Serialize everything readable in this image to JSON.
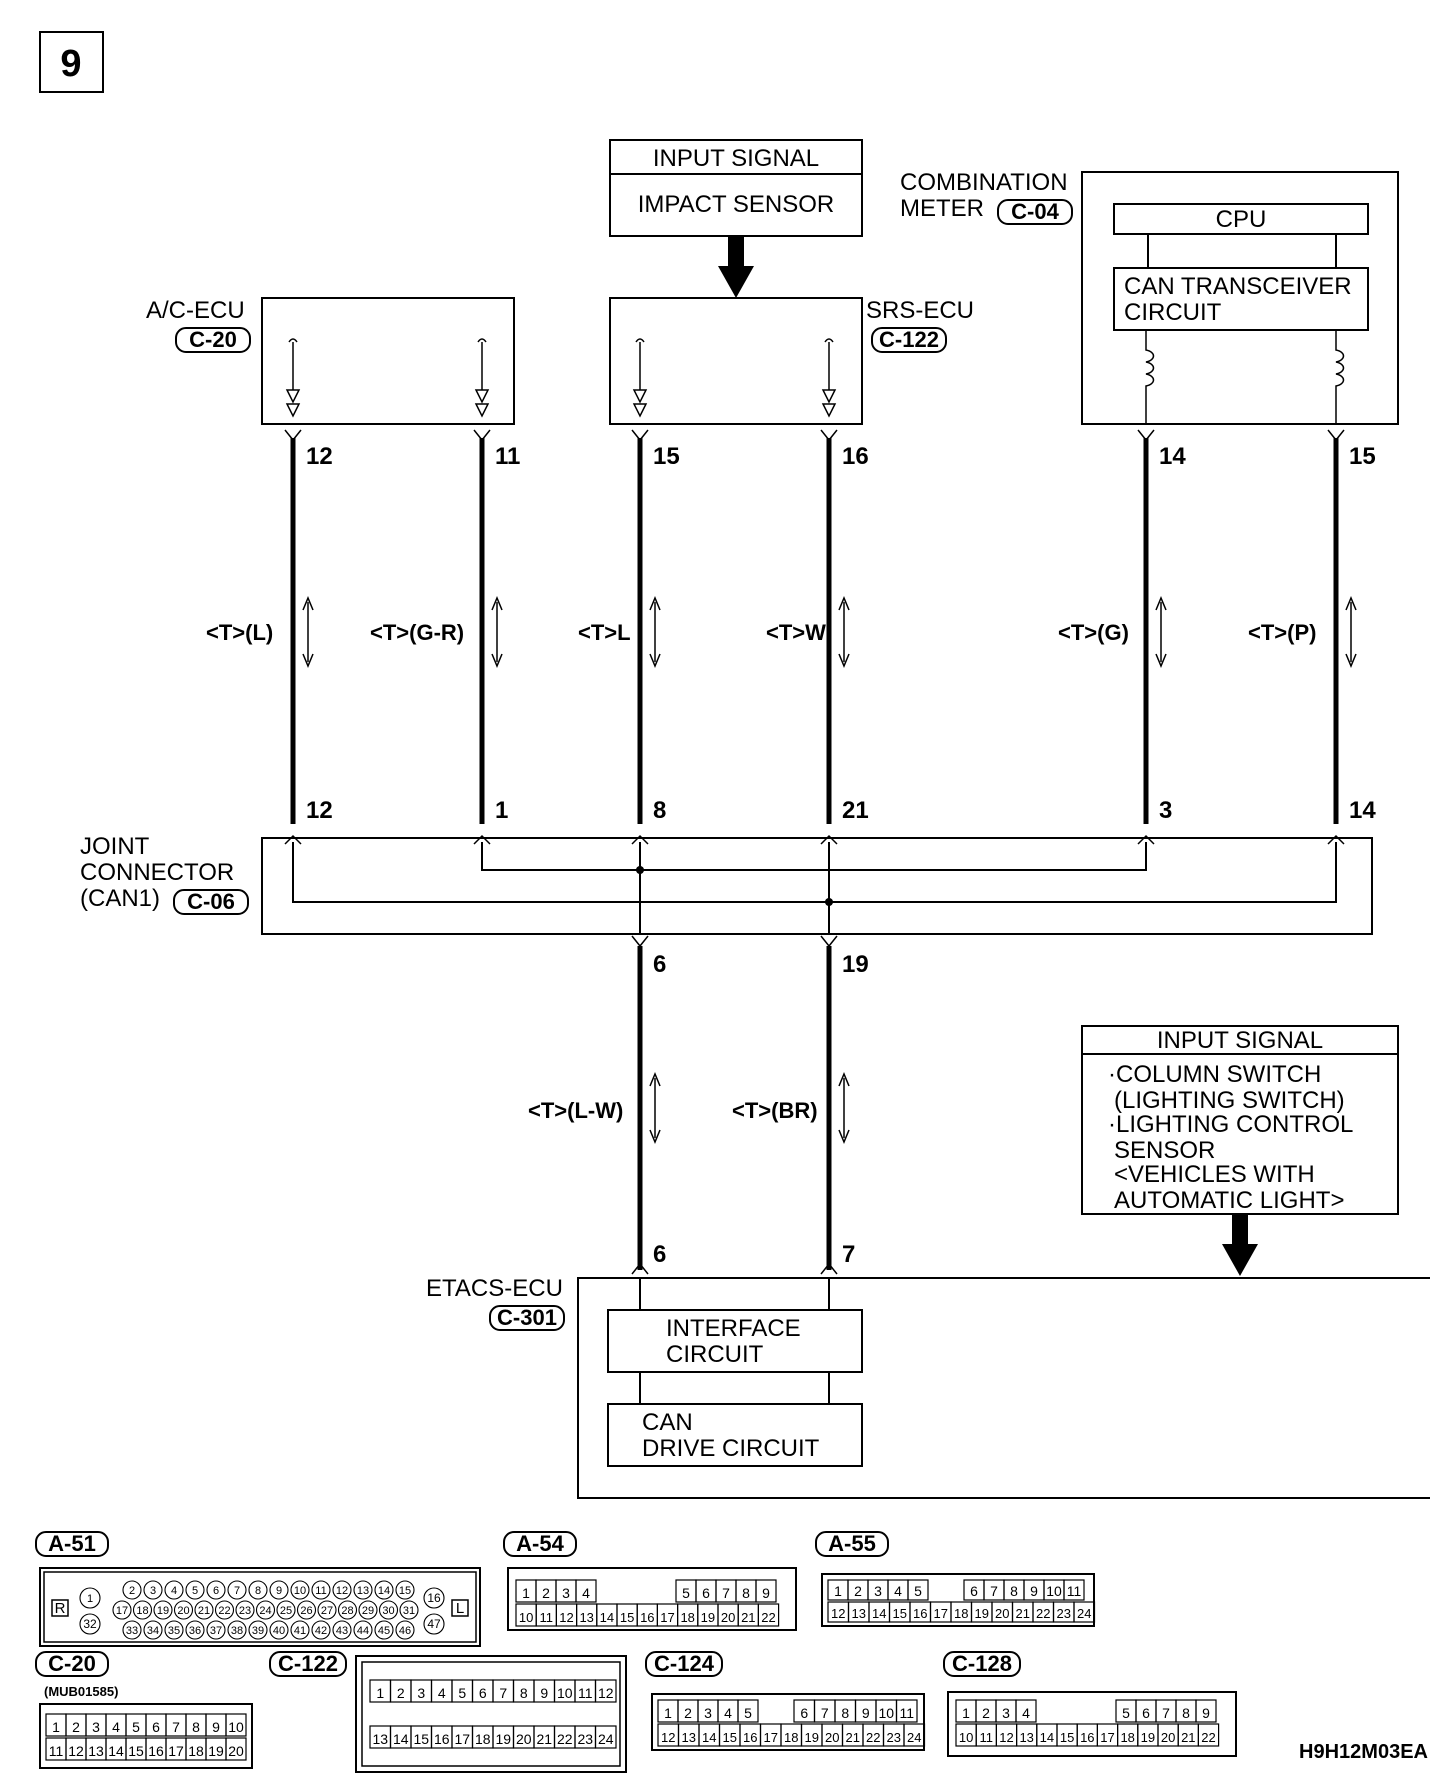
{
  "page_number": "9",
  "figure_code": "H9H12M03EA",
  "input_signal_top": {
    "title": "INPUT SIGNAL",
    "item": "IMPACT SENSOR"
  },
  "ecus": {
    "ac": {
      "name": "A/C-ECU",
      "connector": "C-20"
    },
    "srs": {
      "name": "SRS-ECU",
      "connector": "C-122"
    },
    "meter": {
      "name_line1": "COMBINATION",
      "name_line2": "METER",
      "connector": "C-04",
      "cpu": "CPU",
      "can_line1": "CAN TRANSCEIVER",
      "can_line2": "CIRCUIT"
    },
    "joint": {
      "line1": "JOINT",
      "line2": "CONNECTOR",
      "line3": "(CAN1)",
      "connector": "C-06"
    },
    "etacs": {
      "name": "ETACS-ECU",
      "connector": "C-301",
      "interface_line1": "INTERFACE",
      "interface_line2": "CIRCUIT",
      "can_line1": "CAN",
      "can_line2": "DRIVE CIRCUIT"
    }
  },
  "pins_top": [
    "12",
    "11",
    "15",
    "16",
    "14",
    "15"
  ],
  "pins_joint_top": [
    "12",
    "1",
    "8",
    "21",
    "3",
    "14"
  ],
  "pins_joint_bottom": [
    "6",
    "19"
  ],
  "pins_etacs": [
    "6",
    "7"
  ],
  "wire_labels_upper": [
    "<T>(L)",
    "<T>(G-R)",
    "<T>L",
    "<T>W",
    "<T>(G)",
    "<T>(P)"
  ],
  "wire_labels_lower": [
    "<T>(L-W)",
    "<T>(BR)"
  ],
  "input_signal_bottom": {
    "title": "INPUT SIGNAL",
    "lines": [
      "·COLUMN SWITCH",
      "(LIGHTING SWITCH)",
      "·LIGHTING CONTROL",
      "SENSOR",
      "<VEHICLES WITH",
      "AUTOMATIC LIGHT>"
    ]
  },
  "connectors": {
    "a51": {
      "name": "A-51",
      "row1": [
        "2",
        "3",
        "4",
        "5",
        "6",
        "7",
        "8",
        "9",
        "10",
        "11",
        "12",
        "13",
        "14",
        "15"
      ],
      "row2": [
        "17",
        "18",
        "19",
        "20",
        "21",
        "22",
        "23",
        "24",
        "25",
        "26",
        "27",
        "28",
        "29",
        "30",
        "31"
      ],
      "row3": [
        "33",
        "34",
        "35",
        "36",
        "37",
        "38",
        "39",
        "40",
        "41",
        "42",
        "43",
        "44",
        "45",
        "46"
      ],
      "left_pins": [
        "1",
        "32"
      ],
      "right_pins": [
        "16",
        "47"
      ],
      "mark_left": "R",
      "mark_right": "L"
    },
    "a54": {
      "name": "A-54",
      "row1": [
        "1",
        "2",
        "3",
        "4",
        "5",
        "6",
        "7",
        "8",
        "9"
      ],
      "row2": [
        "10",
        "11",
        "12",
        "13",
        "14",
        "15",
        "16",
        "17",
        "18",
        "19",
        "20",
        "21",
        "22"
      ]
    },
    "a55": {
      "name": "A-55",
      "row1": [
        "1",
        "2",
        "3",
        "4",
        "5",
        "6",
        "7",
        "8",
        "9",
        "10",
        "11"
      ],
      "row2": [
        "12",
        "13",
        "14",
        "15",
        "16",
        "17",
        "18",
        "19",
        "20",
        "21",
        "22",
        "23",
        "24"
      ]
    },
    "c20": {
      "name": "C-20",
      "part": "(MUB01585)",
      "row1": [
        "1",
        "2",
        "3",
        "4",
        "5",
        "6",
        "7",
        "8",
        "9",
        "10"
      ],
      "row2": [
        "11",
        "12",
        "13",
        "14",
        "15",
        "16",
        "17",
        "18",
        "19",
        "20"
      ]
    },
    "c122": {
      "name": "C-122",
      "row1": [
        "1",
        "2",
        "3",
        "4",
        "5",
        "6",
        "7",
        "8",
        "9",
        "10",
        "11",
        "12"
      ],
      "row2": [
        "13",
        "14",
        "15",
        "16",
        "17",
        "18",
        "19",
        "20",
        "21",
        "22",
        "23",
        "24"
      ]
    },
    "c124": {
      "name": "C-124",
      "row1": [
        "1",
        "2",
        "3",
        "4",
        "5",
        "6",
        "7",
        "8",
        "9",
        "10",
        "11"
      ],
      "row2": [
        "12",
        "13",
        "14",
        "15",
        "16",
        "17",
        "18",
        "19",
        "20",
        "21",
        "22",
        "23",
        "24"
      ]
    },
    "c128": {
      "name": "C-128",
      "row1": [
        "1",
        "2",
        "3",
        "4",
        "5",
        "6",
        "7",
        "8",
        "9"
      ],
      "row2": [
        "10",
        "11",
        "12",
        "13",
        "14",
        "15",
        "16",
        "17",
        "18",
        "19",
        "20",
        "21",
        "22"
      ]
    }
  }
}
